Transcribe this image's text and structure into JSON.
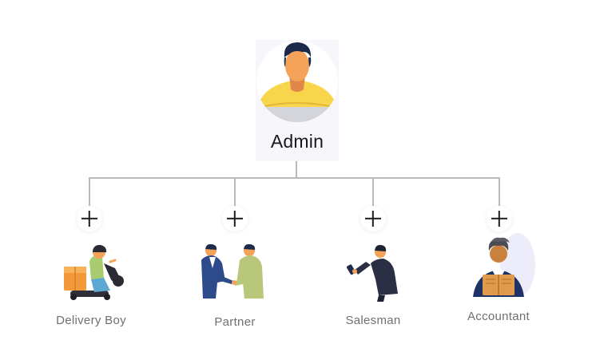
{
  "root": {
    "label": "Admin",
    "colors": {
      "card": "#f6f6fb",
      "shirt": "#f9d54b",
      "skin": "#f4a259",
      "hair": "#1b2a4a"
    }
  },
  "roles": [
    {
      "label": "Delivery Boy",
      "icon": "delivery-boy-illustration"
    },
    {
      "label": "Partner",
      "icon": "partner-handshake-illustration"
    },
    {
      "label": "Salesman",
      "icon": "salesman-illustration"
    },
    {
      "label": "Accountant",
      "icon": "accountant-illustration"
    }
  ],
  "connector_color": "#b9b9b9",
  "add_icon": "plus-icon"
}
